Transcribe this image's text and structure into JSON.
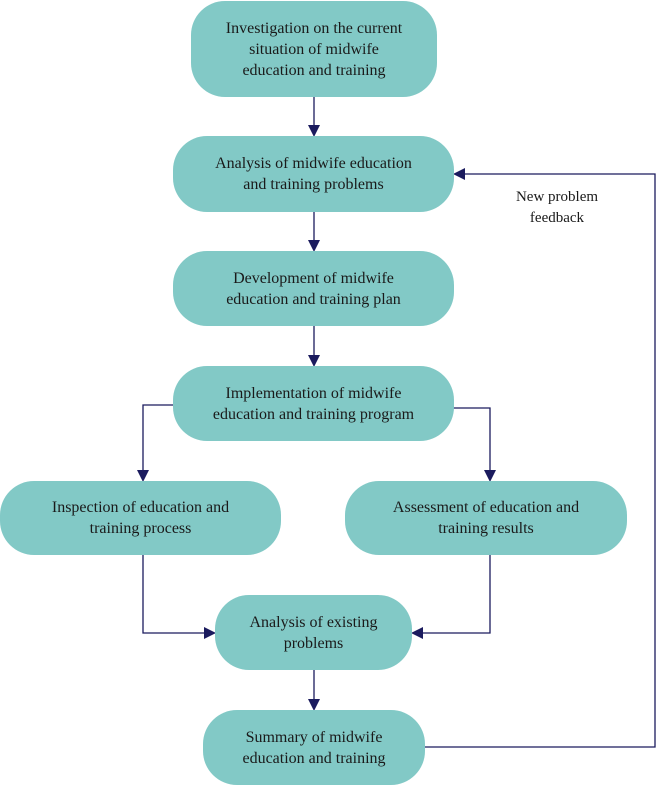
{
  "nodes": {
    "investigation": "Investigation on the current\nsituation of midwife\neducation and training",
    "analysis_problems": "Analysis of midwife education\nand training problems",
    "development_plan": "Development of midwife\neducation and training plan",
    "implementation": "Implementation of midwife\neducation and training program",
    "inspection": "Inspection of education and\ntraining process",
    "assessment": "Assessment of education and\ntraining results",
    "analysis_existing": "Analysis of existing\nproblems",
    "summary": "Summary of midwife\neducation and training"
  },
  "feedback_label": "New problem\nfeedback",
  "colors": {
    "node_fill": "#82c9c6",
    "connector": "#1b1b5e",
    "text": "#1a1a1a"
  }
}
